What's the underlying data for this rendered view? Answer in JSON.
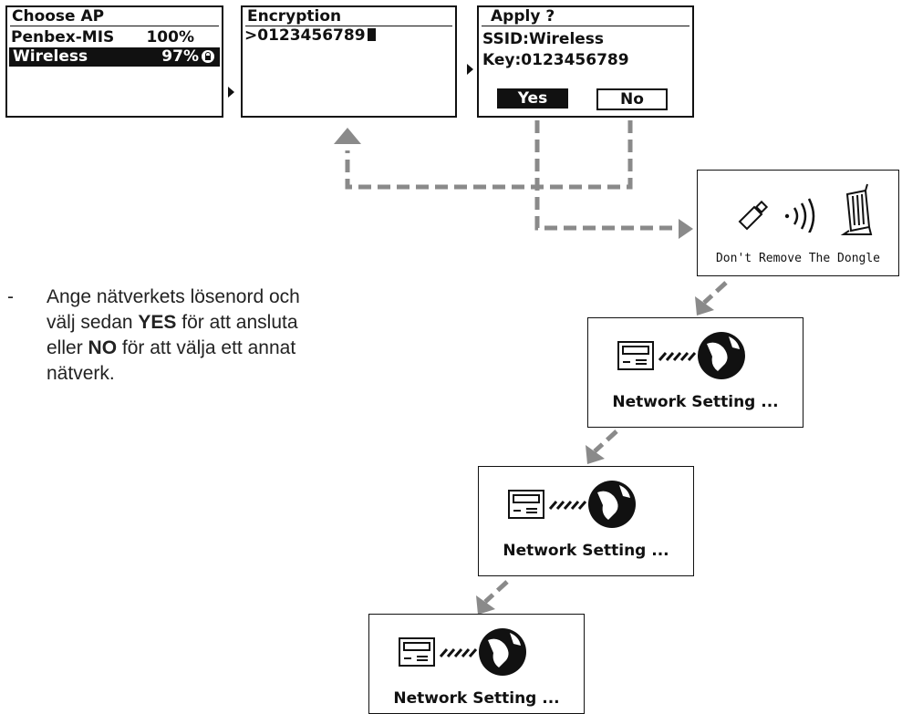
{
  "screens": {
    "choose_ap": {
      "title": "Choose AP",
      "rows": [
        {
          "name": "Penbex-MIS",
          "signal": "100%"
        },
        {
          "name": "Wireless",
          "signal": "97%"
        }
      ]
    },
    "encryption": {
      "title": "Encryption",
      "input_value": ">0123456789"
    },
    "apply": {
      "title": "Apply ?",
      "ssid_line": "SSID:Wireless",
      "key_line": "Key:0123456789",
      "yes_label": "Yes",
      "no_label": "No"
    },
    "dongle": {
      "label": "Don't Remove The Dongle"
    },
    "network_setting": {
      "label": "Network Setting ..."
    }
  },
  "instruction": {
    "bullet": "-",
    "text_1": "Ange nätverkets lösenord och välj sedan ",
    "yes": "YES",
    "text_2": " för att ansluta eller ",
    "no": "NO",
    "text_3": " för att välja ett annat nätverk."
  },
  "colors": {
    "arrow_gray": "#8a8a8a",
    "ink": "#111111"
  }
}
